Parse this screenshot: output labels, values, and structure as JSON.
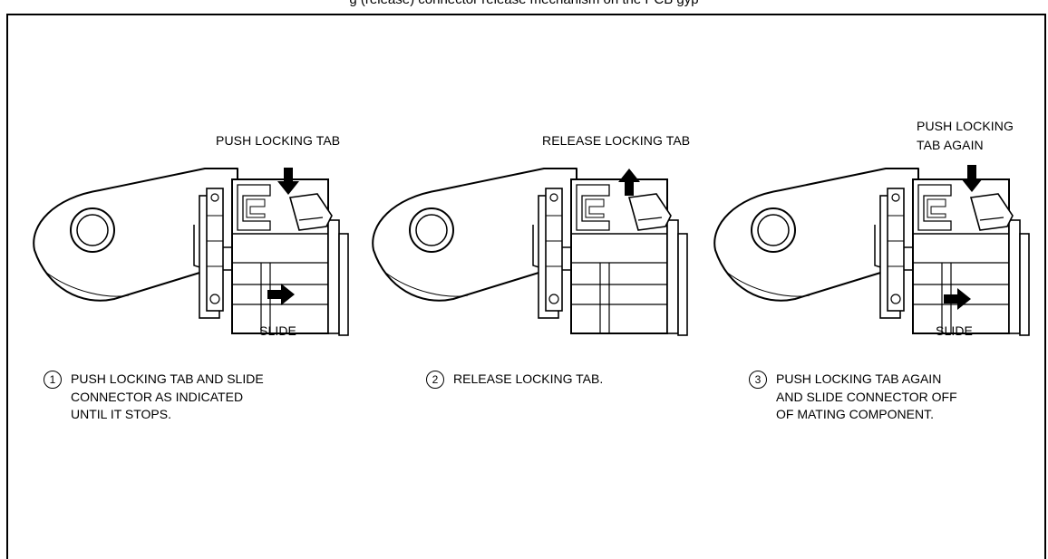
{
  "page": {
    "top_caption": "g (release) connector release mechanism on the PCB gyp"
  },
  "panels": [
    {
      "callouts": [
        "PUSH LOCKING TAB"
      ],
      "slide_label": "SLIDE",
      "step_number": "1",
      "step_text": "PUSH LOCKING TAB AND SLIDE\nCONNECTOR AS INDICATED\nUNTIL IT STOPS."
    },
    {
      "callouts": [
        "RELEASE LOCKING TAB"
      ],
      "slide_label": "",
      "step_number": "2",
      "step_text": "RELEASE LOCKING TAB."
    },
    {
      "callouts": [
        "PUSH LOCKING",
        "TAB AGAIN"
      ],
      "slide_label": "SLIDE",
      "step_number": "3",
      "step_text": "PUSH LOCKING TAB AGAIN\nAND SLIDE CONNECTOR OFF\nOF MATING COMPONENT."
    }
  ],
  "icons": {
    "down_arrow": "arrow-down-icon",
    "up_arrow": "arrow-up-icon",
    "right_arrow": "arrow-right-icon"
  }
}
